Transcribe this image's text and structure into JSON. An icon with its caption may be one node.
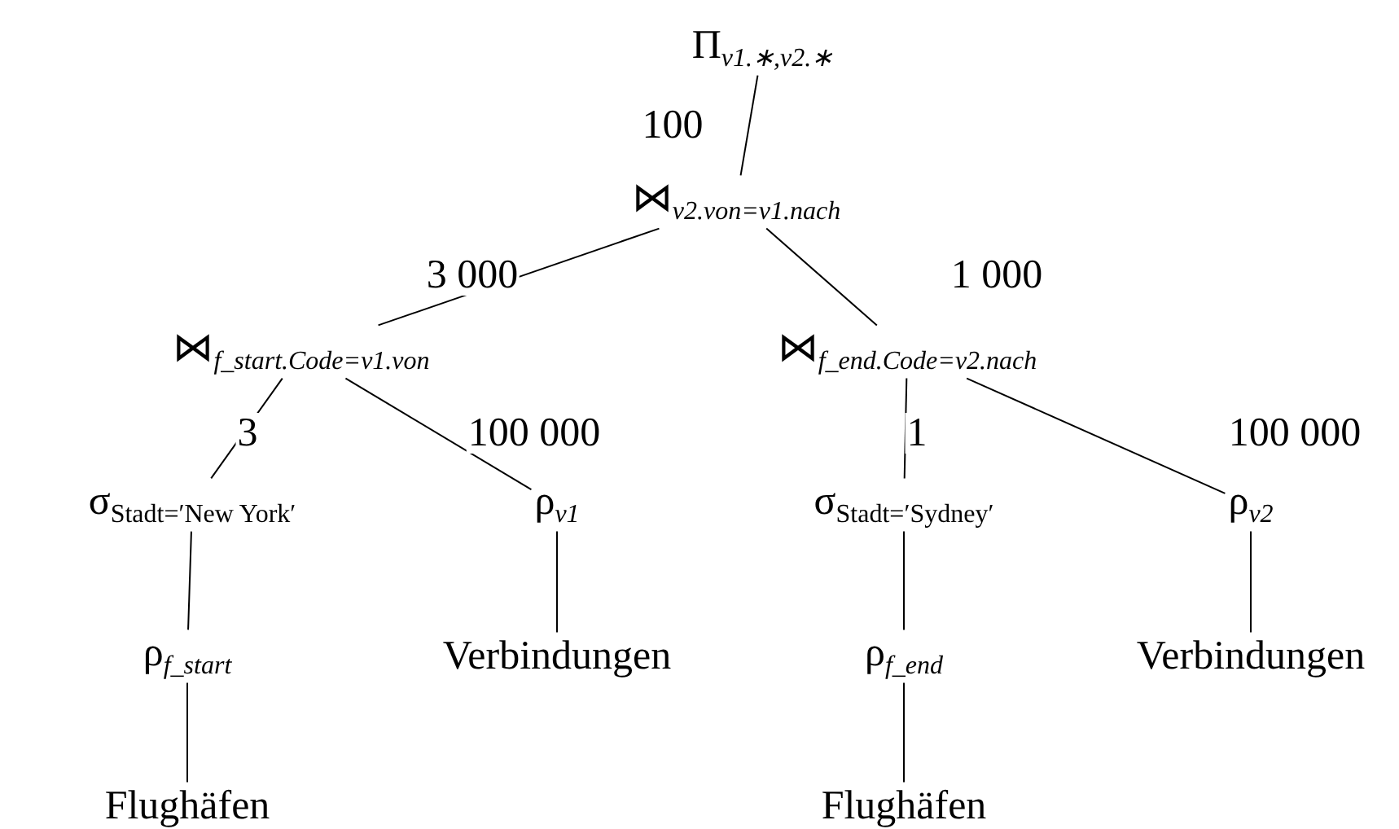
{
  "diagram": {
    "nodes": [
      {
        "text": [
          "Π$_{v1.∗,v2.∗}$"
        ]
      },
      {
        "text": [
          "⋈$_{v2.von=v1.nach}$"
        ]
      },
      {
        "text": [
          "⋈$_{f_start.Code=v1.von}$"
        ]
      },
      {
        "text": [
          "⋈$_{f_end.Code=v2.nach}$"
        ]
      },
      {
        "text": [
          "σ$_{Stadt=′New York′}$"
        ]
      },
      {
        "text": [
          "ρ$_{v1}$"
        ]
      },
      {
        "text": [
          "σ$_{Stadt=′Sydney′}$"
        ]
      },
      {
        "text": [
          "ρ$_{v2}$"
        ]
      },
      {
        "text": [
          "ρ$_{f_start}$"
        ]
      },
      {
        "text": [
          "Verbindungen"
        ]
      },
      {
        "text": [
          "ρ$_{f_end}$"
        ]
      },
      {
        "text": [
          "Verbindungen"
        ]
      },
      {
        "text": [
          "Flughäfen"
        ]
      },
      {
        "text": [
          "Flughäfen"
        ]
      }
    ],
    "edges": [
      {
        "from": 0,
        "to": 1,
        "arrow": "none",
        "label": "100"
      },
      {
        "from": 1,
        "to": 2,
        "arrow": "none",
        "label": "3 000"
      },
      {
        "from": 1,
        "to": 3,
        "arrow": "none",
        "label": "1 000"
      },
      {
        "from": 2,
        "to": 4,
        "arrow": "none",
        "label": "3"
      },
      {
        "from": 2,
        "to": 5,
        "arrow": "none",
        "label": "100 000"
      },
      {
        "from": 3,
        "to": 6,
        "arrow": "none",
        "label": "1"
      },
      {
        "from": 3,
        "to": 7,
        "arrow": "none",
        "label": "100 000"
      },
      {
        "from": 4,
        "to": 8,
        "arrow": "none"
      },
      {
        "from": 5,
        "to": 9,
        "arrow": "none"
      },
      {
        "from": 6,
        "to": 10,
        "arrow": "none"
      },
      {
        "from": 7,
        "to": 11,
        "arrow": "none"
      },
      {
        "from": 8,
        "to": 12,
        "arrow": "none"
      },
      {
        "from": 10,
        "to": 13,
        "arrow": "none"
      }
    ]
  }
}
